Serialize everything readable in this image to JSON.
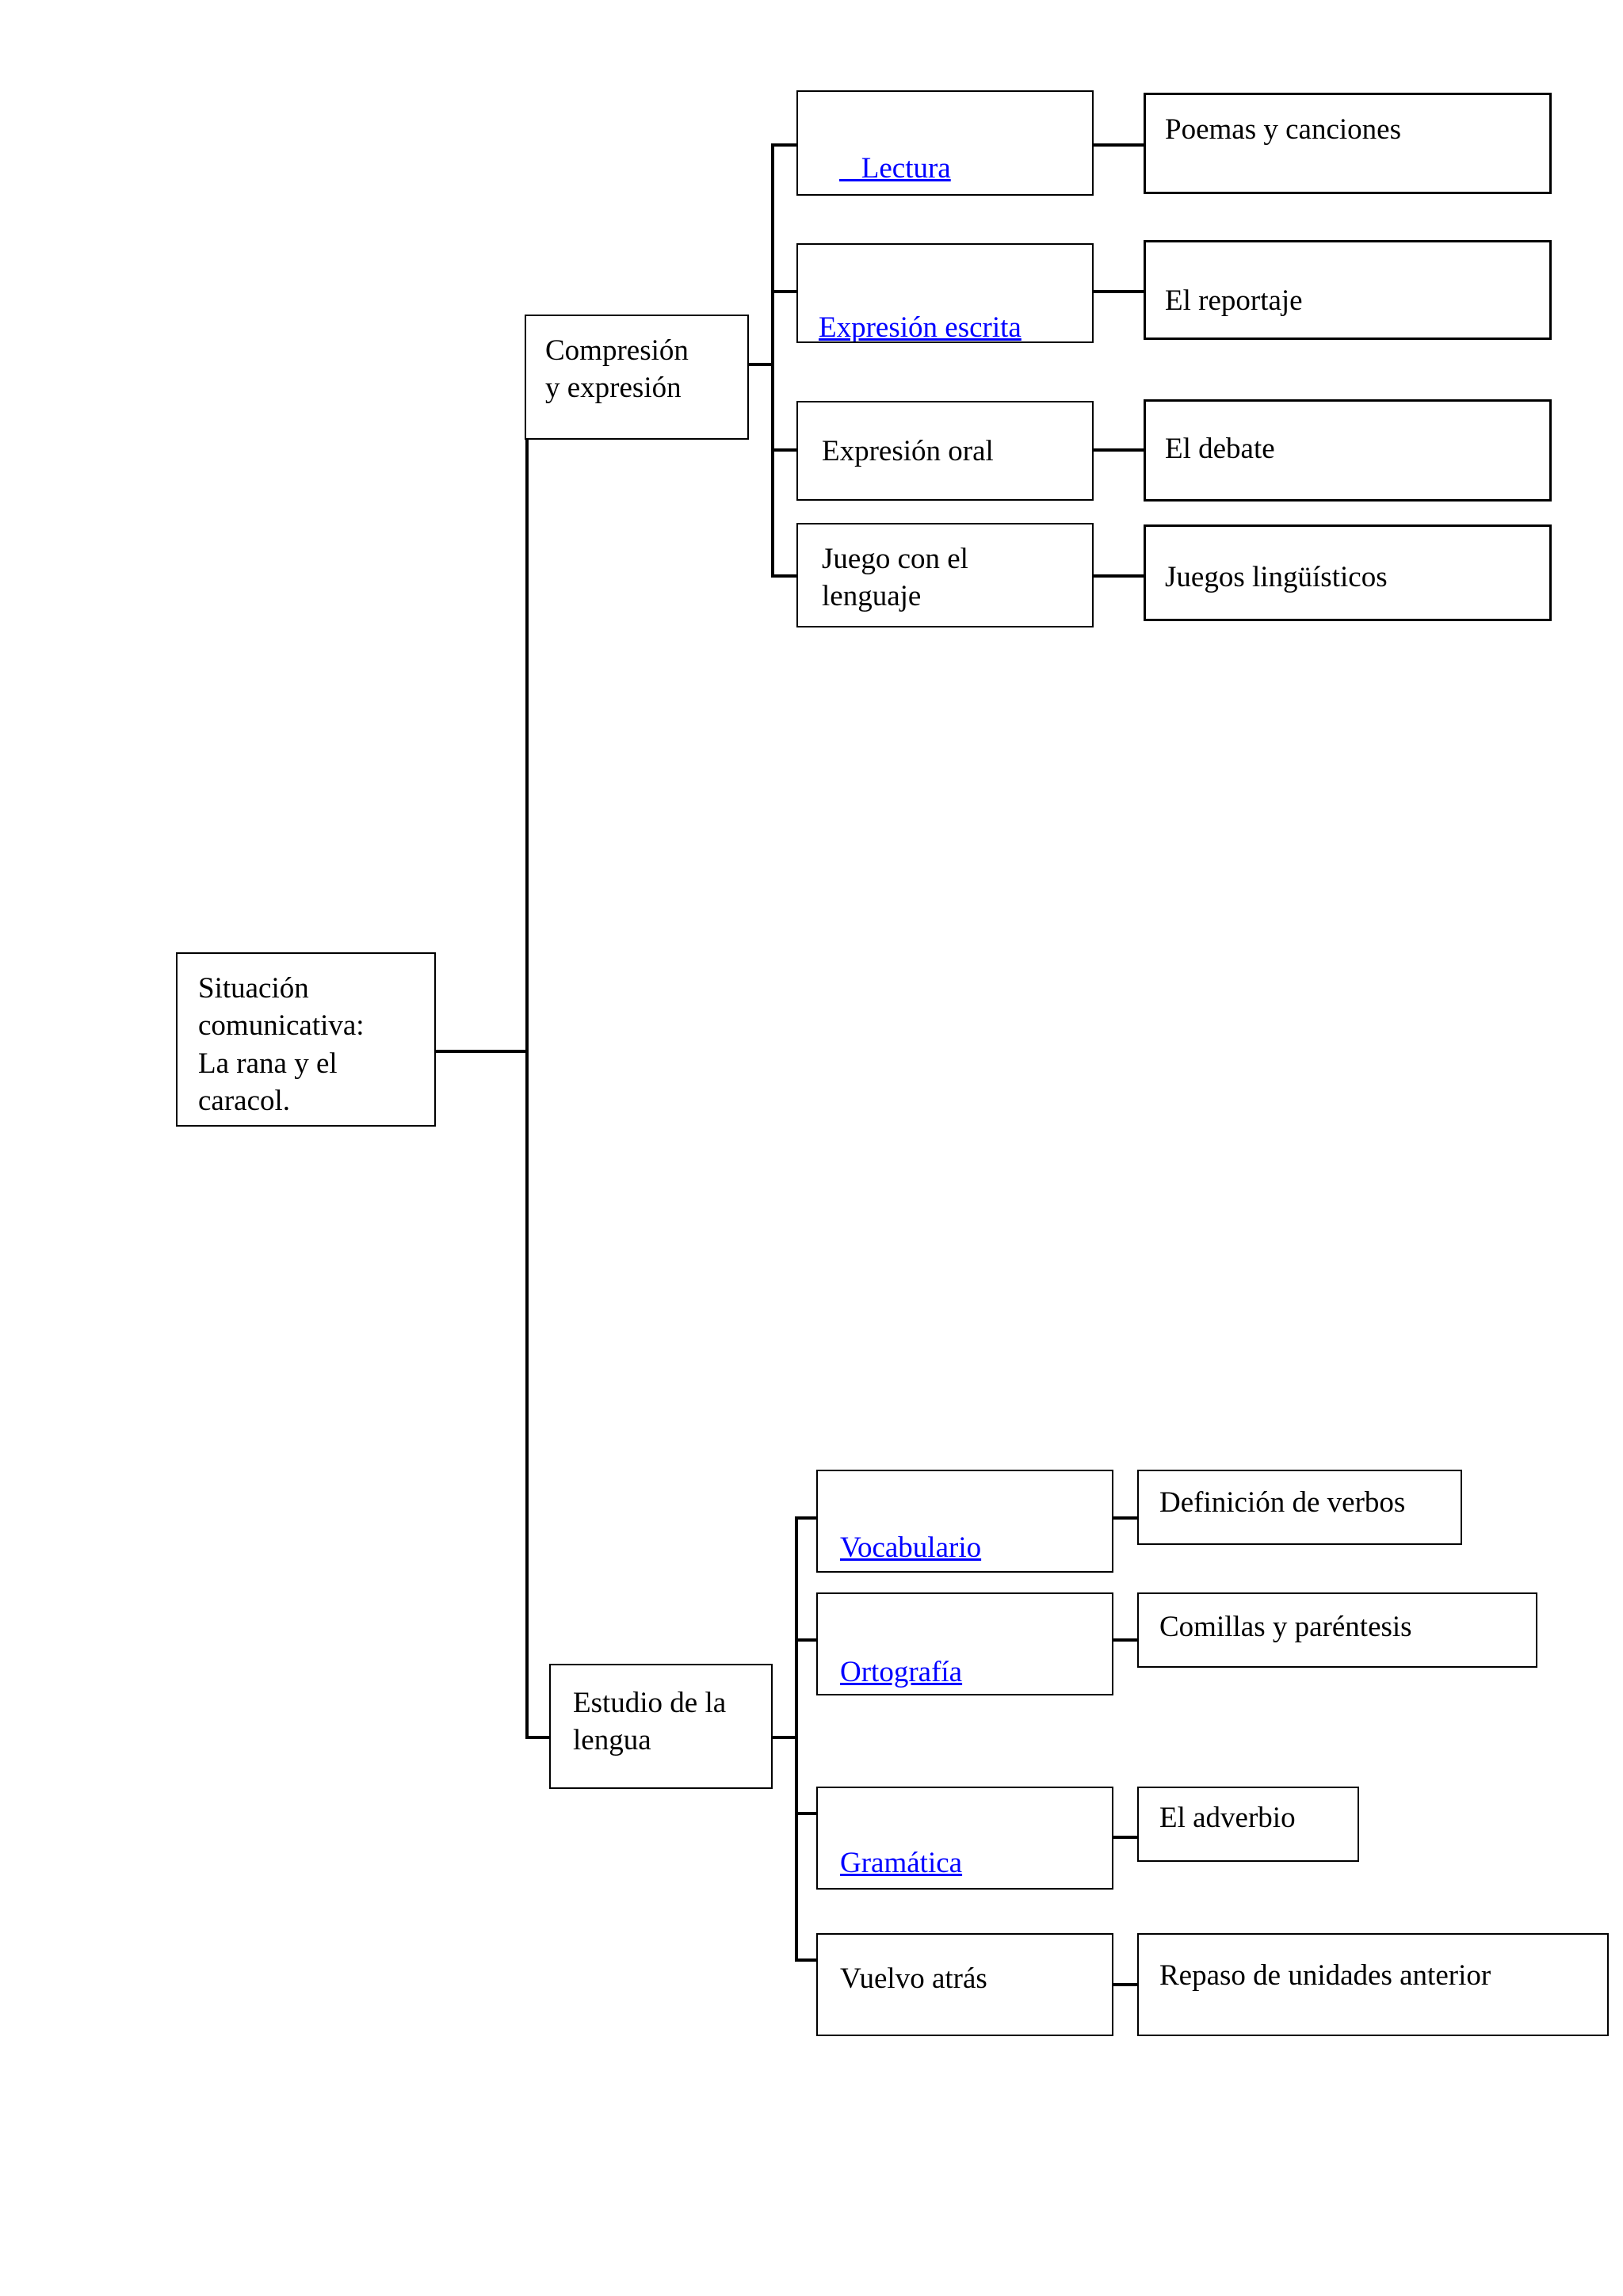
{
  "page": {
    "background_color": "#FFFFFF",
    "text_color": "#000000",
    "link_color": "#0000FF",
    "line_color": "#000000"
  },
  "diagram": {
    "root": {
      "label": "Situación\ncomunicativa:\nLa rana y el\ncaracol."
    },
    "branches": [
      {
        "category": {
          "label": "Compresión\ny expresión"
        },
        "rows": [
          {
            "topic": {
              "label": "   Lectura",
              "is_link": true
            },
            "content": {
              "label": "Poemas y canciones"
            }
          },
          {
            "topic": {
              "label": "Expresión escrita",
              "is_link": true
            },
            "content": {
              "label": "El reportaje"
            }
          },
          {
            "topic": {
              "label": "Expresión oral",
              "is_link": false
            },
            "content": {
              "label": "El debate"
            }
          },
          {
            "topic": {
              "label": "Juego con el\nlenguaje",
              "is_link": false
            },
            "content": {
              "label": "Juegos lingüísticos"
            }
          }
        ]
      },
      {
        "category": {
          "label": "Estudio de la\nlengua"
        },
        "rows": [
          {
            "topic": {
              "label": "Vocabulario",
              "is_link": true
            },
            "content": {
              "label": "Definición de verbos"
            }
          },
          {
            "topic": {
              "label": "Ortografía",
              "is_link": true
            },
            "content": {
              "label": "Comillas y paréntesis"
            }
          },
          {
            "topic": {
              "label": "Gramática",
              "is_link": true
            },
            "content": {
              "label": "El adverbio"
            }
          },
          {
            "topic": {
              "label": "Vuelvo atrás",
              "is_link": false
            },
            "content": {
              "label": "Repaso de unidades anterior"
            }
          }
        ]
      }
    ]
  }
}
